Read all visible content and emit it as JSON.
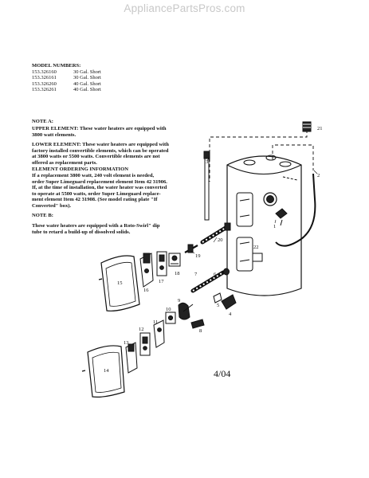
{
  "watermark": "AppliancePartsPros.com",
  "model_numbers": {
    "heading": "MODEL NUMBERS:",
    "rows": [
      {
        "model": "153.326160",
        "capacity": "30 Gal. Short"
      },
      {
        "model": "153.326161",
        "capacity": "30 Gal. Short"
      },
      {
        "model": "153.326260",
        "capacity": "40 Gal. Short"
      },
      {
        "model": "153.326261",
        "capacity": "40 Gal. Short"
      }
    ]
  },
  "note_a": {
    "heading": "NOTE A:",
    "upper": {
      "lines": [
        "UPPER ELEMENT: These water heaters are equipped with",
        "3800 watt elements."
      ]
    },
    "lower": {
      "lines": [
        "LOWER ELEMENT: These water heaters are equipped with",
        "factory installed convertible elements, which can be operated",
        "at 3800 watts or 5500 watts. Convertible elements are not",
        "offered as replacement parts."
      ]
    },
    "ordering": {
      "heading": "ELEMENT ORDERING INFORMATION",
      "lines": [
        "If a replacement 3800 watt, 240 volt element is needed,",
        "order Super Limeguard replacement element Item 42 31906.",
        "If, at the time of installation, the water heater was converted",
        "to operate at 5500 watts, order Super Limeguard replace-",
        "ment element Item 42 31908. (See model rating plate \"If",
        "Converted\" box)."
      ]
    }
  },
  "note_b": {
    "heading": "NOTE B:",
    "lines": [
      "These water heaters are equipped with a Roto-Swirl\" dip",
      "tube to retard a build-up of dissolved solids."
    ]
  },
  "callouts": [
    "1",
    "2",
    "3",
    "4",
    "5",
    "6",
    "7",
    "8",
    "9",
    "10",
    "11",
    "12",
    "13",
    "14",
    "15",
    "16",
    "17",
    "18",
    "19",
    "20",
    "21",
    "22"
  ],
  "date": "4/04"
}
